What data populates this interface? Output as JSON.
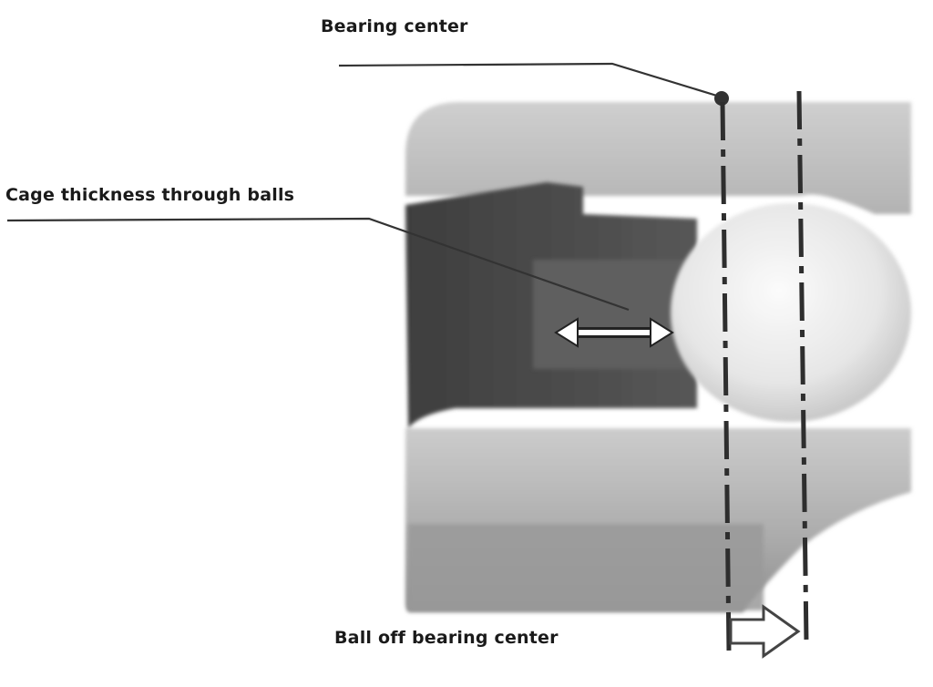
{
  "labels": {
    "bearing_center": "Bearing center",
    "cage_thickness": "Cage thickness through balls",
    "ball_off_center": "Ball off bearing center"
  },
  "colors": {
    "background": "#ffffff",
    "outer_ring": "#bcbcbc",
    "cage": "#4a4a4a",
    "ball": "#e8e8e8",
    "inner_ring": "#a9a9a9",
    "leader_line": "#333333",
    "centerline": "#2e2e2e"
  },
  "icons": {
    "double_arrow": "double-headed-arrow-icon",
    "offset_arrow": "right-hollow-arrow-icon",
    "pivot_dot": "filled-circle-icon"
  }
}
